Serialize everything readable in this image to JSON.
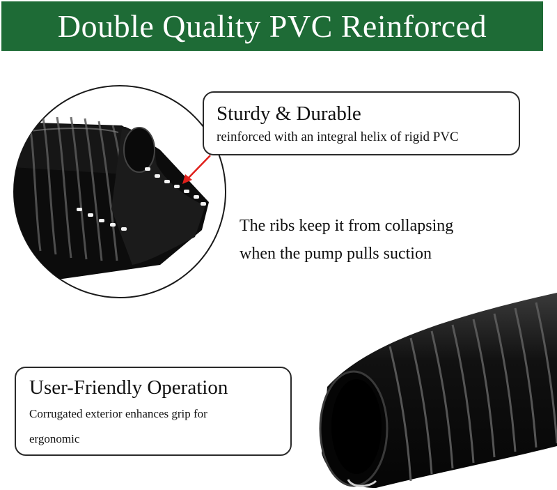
{
  "banner": {
    "title": "Double Quality PVC Reinforced",
    "color": "#1e6b36"
  },
  "callout_top": {
    "title": "Sturdy & Durable",
    "subtitle": "reinforced with an integral helix of rigid PVC"
  },
  "middle_text": {
    "line1": "The ribs keep it from collapsing",
    "line2": "when the pump pulls suction"
  },
  "callout_bottom": {
    "title": "User-Friendly Operation",
    "line1": "Corrugated exterior enhances grip for",
    "line2": "ergonomic"
  },
  "arrow_color": "#e0201b",
  "hose_color": "#0d0d0d"
}
